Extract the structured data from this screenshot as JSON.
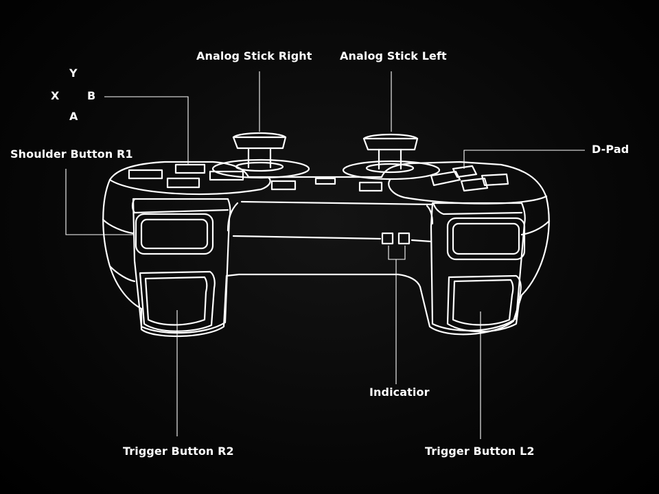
{
  "labels": {
    "analog_stick_right": "Analog Stick Right",
    "analog_stick_left": "Analog Stick Left",
    "face_y": "Y",
    "face_x": "X",
    "face_b": "B",
    "face_a": "A",
    "shoulder_button_r1": "Shoulder Button R1",
    "d_pad": "D-Pad",
    "indicator": "Indicatior",
    "trigger_button_r2": "Trigger Button R2",
    "trigger_button_l2": "Trigger Button L2"
  },
  "colors": {
    "background": "#000000",
    "line": "#ffffff",
    "text": "#ffffff"
  }
}
